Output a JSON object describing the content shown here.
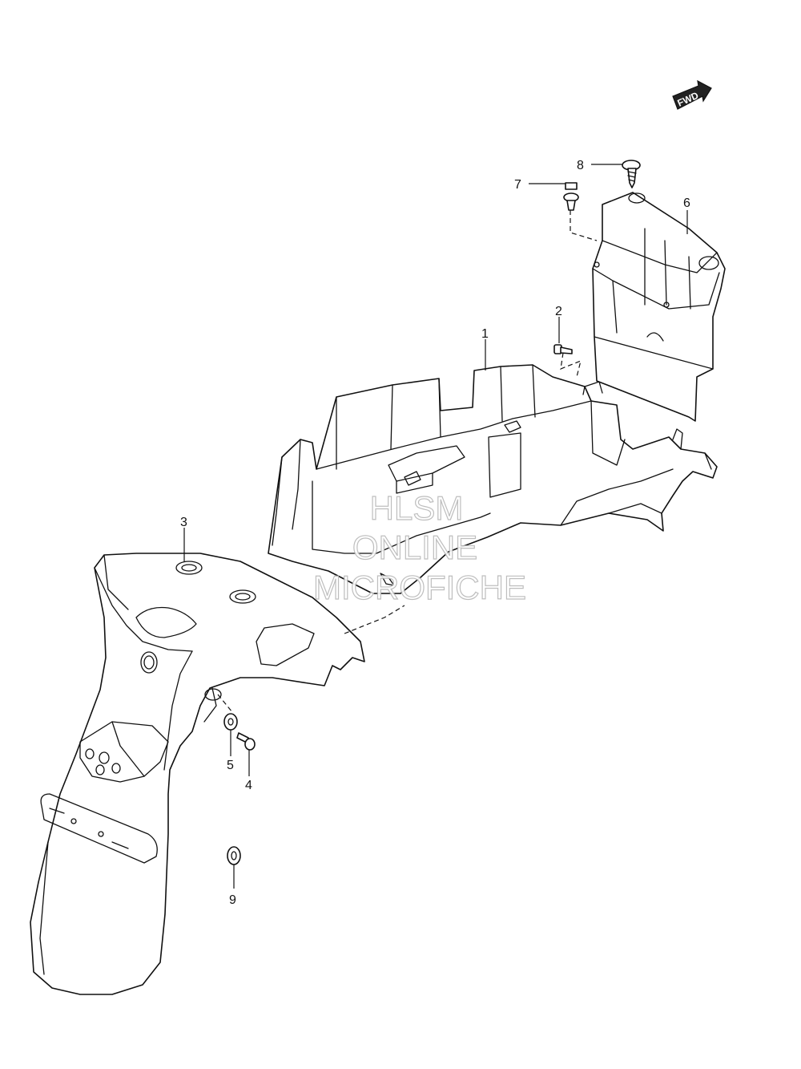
{
  "fwd_label": "FWD",
  "callouts": {
    "c1": "1",
    "c2": "2",
    "c3": "3",
    "c4": "4",
    "c5": "5",
    "c6": "6",
    "c7": "7",
    "c8": "8",
    "c9": "9"
  },
  "watermark": {
    "line1": "HLSM",
    "line2": "ONLINE",
    "line3": "MICROFICHE"
  }
}
